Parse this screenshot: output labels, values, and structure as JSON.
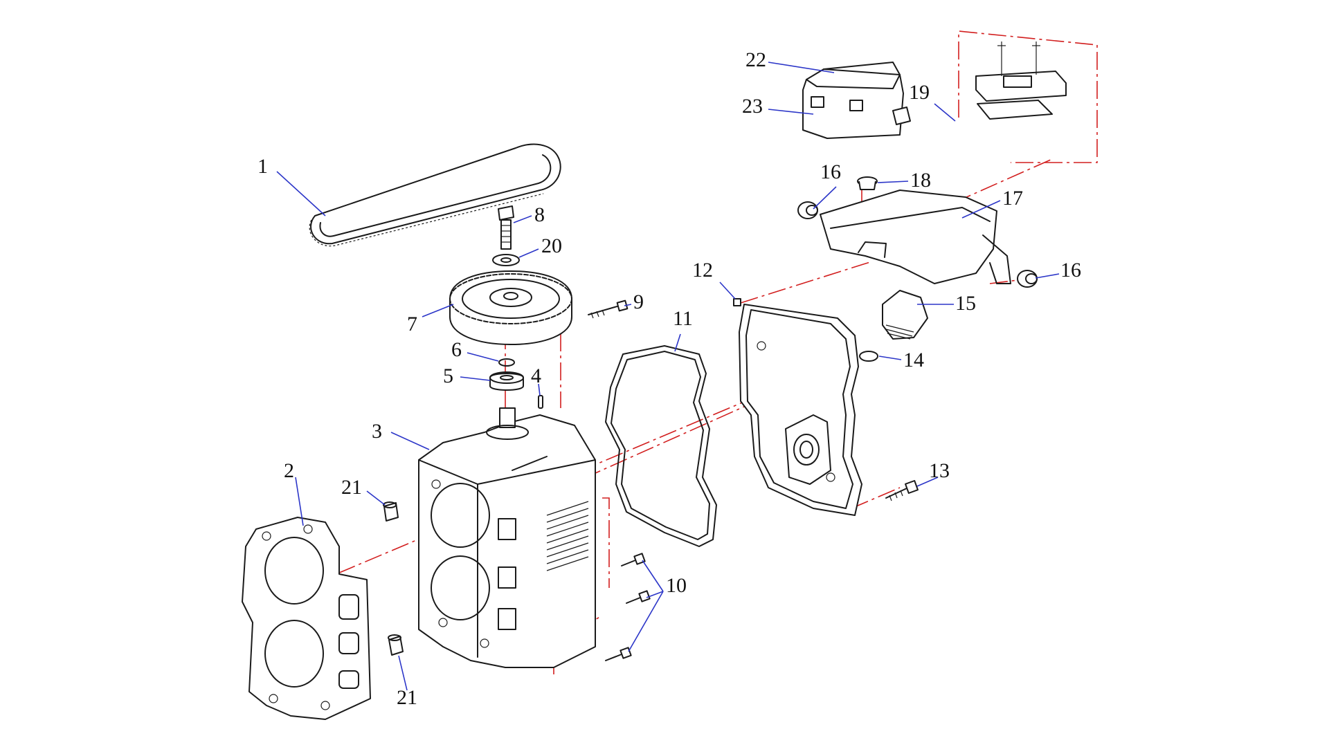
{
  "labels": {
    "l1": "1",
    "l2": "2",
    "l3": "3",
    "l4": "4",
    "l5": "5",
    "l6": "6",
    "l7": "7",
    "l8": "8",
    "l9": "9",
    "l10": "10",
    "l11": "11",
    "l12": "12",
    "l13": "13",
    "l14": "14",
    "l15": "15",
    "l16a": "16",
    "l16b": "16",
    "l17": "17",
    "l18": "18",
    "l19": "19",
    "l20": "20",
    "l21a": "21",
    "l21b": "21",
    "l22": "22",
    "l23": "23"
  },
  "colors": {
    "line": "#1a1a1a",
    "leader": "#2b35c8",
    "centerline": "#d21e1e",
    "background": "#ffffff"
  }
}
